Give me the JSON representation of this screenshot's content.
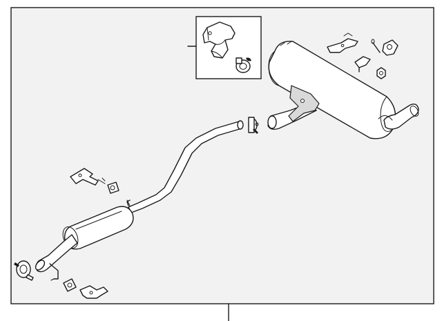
{
  "diagram": {
    "kind": "exploded parts illustration",
    "colors": {
      "background": "#f2f2f2",
      "line": "#1a1a1a",
      "part_fill": "#ffffff"
    },
    "components": [
      "rear-muffler",
      "rear-muffler-bracket",
      "inlet-pipe-assembly-detail",
      "front-pipe",
      "resonator",
      "band-clamp-front",
      "band-clamp-middle",
      "band-clamp-inset",
      "rubber-hanger-front",
      "rubber-hanger-rear",
      "hanger-bracket-front",
      "hanger-bracket-rear-lower",
      "hanger-bracket-rear-upper",
      "hanger-bracket-rear-mid",
      "hanger-rod-front",
      "hanger-rod-rear",
      "nut"
    ]
  }
}
